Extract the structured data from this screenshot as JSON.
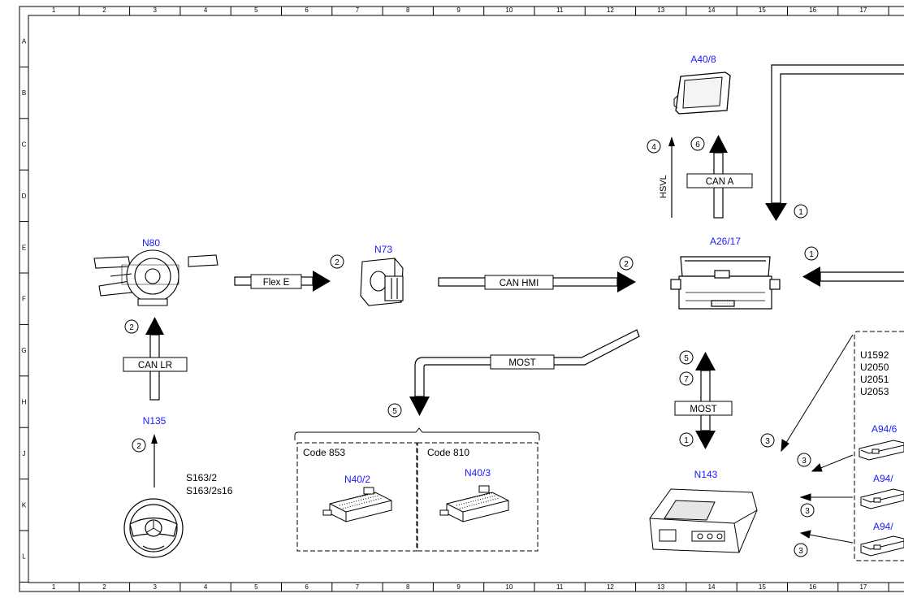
{
  "grid": {
    "columns": [
      "1",
      "2",
      "3",
      "4",
      "5",
      "6",
      "7",
      "8",
      "9",
      "10",
      "11",
      "12",
      "13",
      "14",
      "15",
      "16",
      "17"
    ],
    "rows": [
      "A",
      "B",
      "C",
      "D",
      "E",
      "F",
      "G",
      "H",
      "J",
      "K",
      "L"
    ]
  },
  "components": {
    "a40_8": "A40/8",
    "a26_17": "A26/17",
    "n80": "N80",
    "n73": "N73",
    "n135": "N135",
    "n40_2": "N40/2",
    "n40_3": "N40/3",
    "n143": "N143",
    "a94_a": "A94/6",
    "a94_b": "A94/",
    "a94_c": "A94/"
  },
  "buses": {
    "can_a": "CAN A",
    "hsvl": "HSVL",
    "flex_e": "Flex E",
    "can_hmi": "CAN HMI",
    "can_lr": "CAN LR",
    "most_1": "MOST",
    "most_2": "MOST"
  },
  "switches": {
    "line1": "S163/2",
    "line2": "S163/2s16"
  },
  "codes": {
    "code_853": "Code 853",
    "code_810": "Code 810"
  },
  "fault_codes": [
    "U1592",
    "U2050",
    "U2051",
    "U2053"
  ],
  "markers": {
    "m4": "4",
    "m6": "6",
    "m1_top": "1",
    "m1_right": "1",
    "m2_flex": "2",
    "m2_hmi": "2",
    "m2_canlr": "2",
    "m2_n135": "2",
    "m5_most": "5",
    "m5_n143": "5",
    "m7": "7",
    "m1_n143": "1",
    "m3_a": "3",
    "m3_b": "3",
    "m3_c": "3",
    "m3_d": "3"
  }
}
